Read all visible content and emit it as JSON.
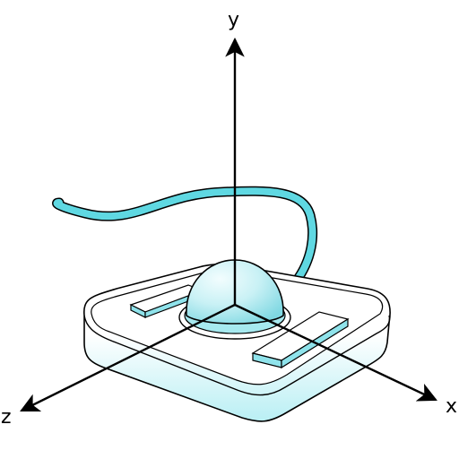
{
  "axes": {
    "x_label": "x",
    "y_label": "y",
    "z_label": "z"
  },
  "colors": {
    "cable": "#5FD8E2",
    "ball_light": "#E8FBFD",
    "ball_dark": "#7FDCE6",
    "base_fill": "#FFFFFF",
    "base_tint": "#BDF1F5",
    "button_top": "#FFFFFF",
    "button_side": "#8FE3EB",
    "outline": "#000000"
  },
  "icons": {
    "device": "trackball-device-icon"
  }
}
